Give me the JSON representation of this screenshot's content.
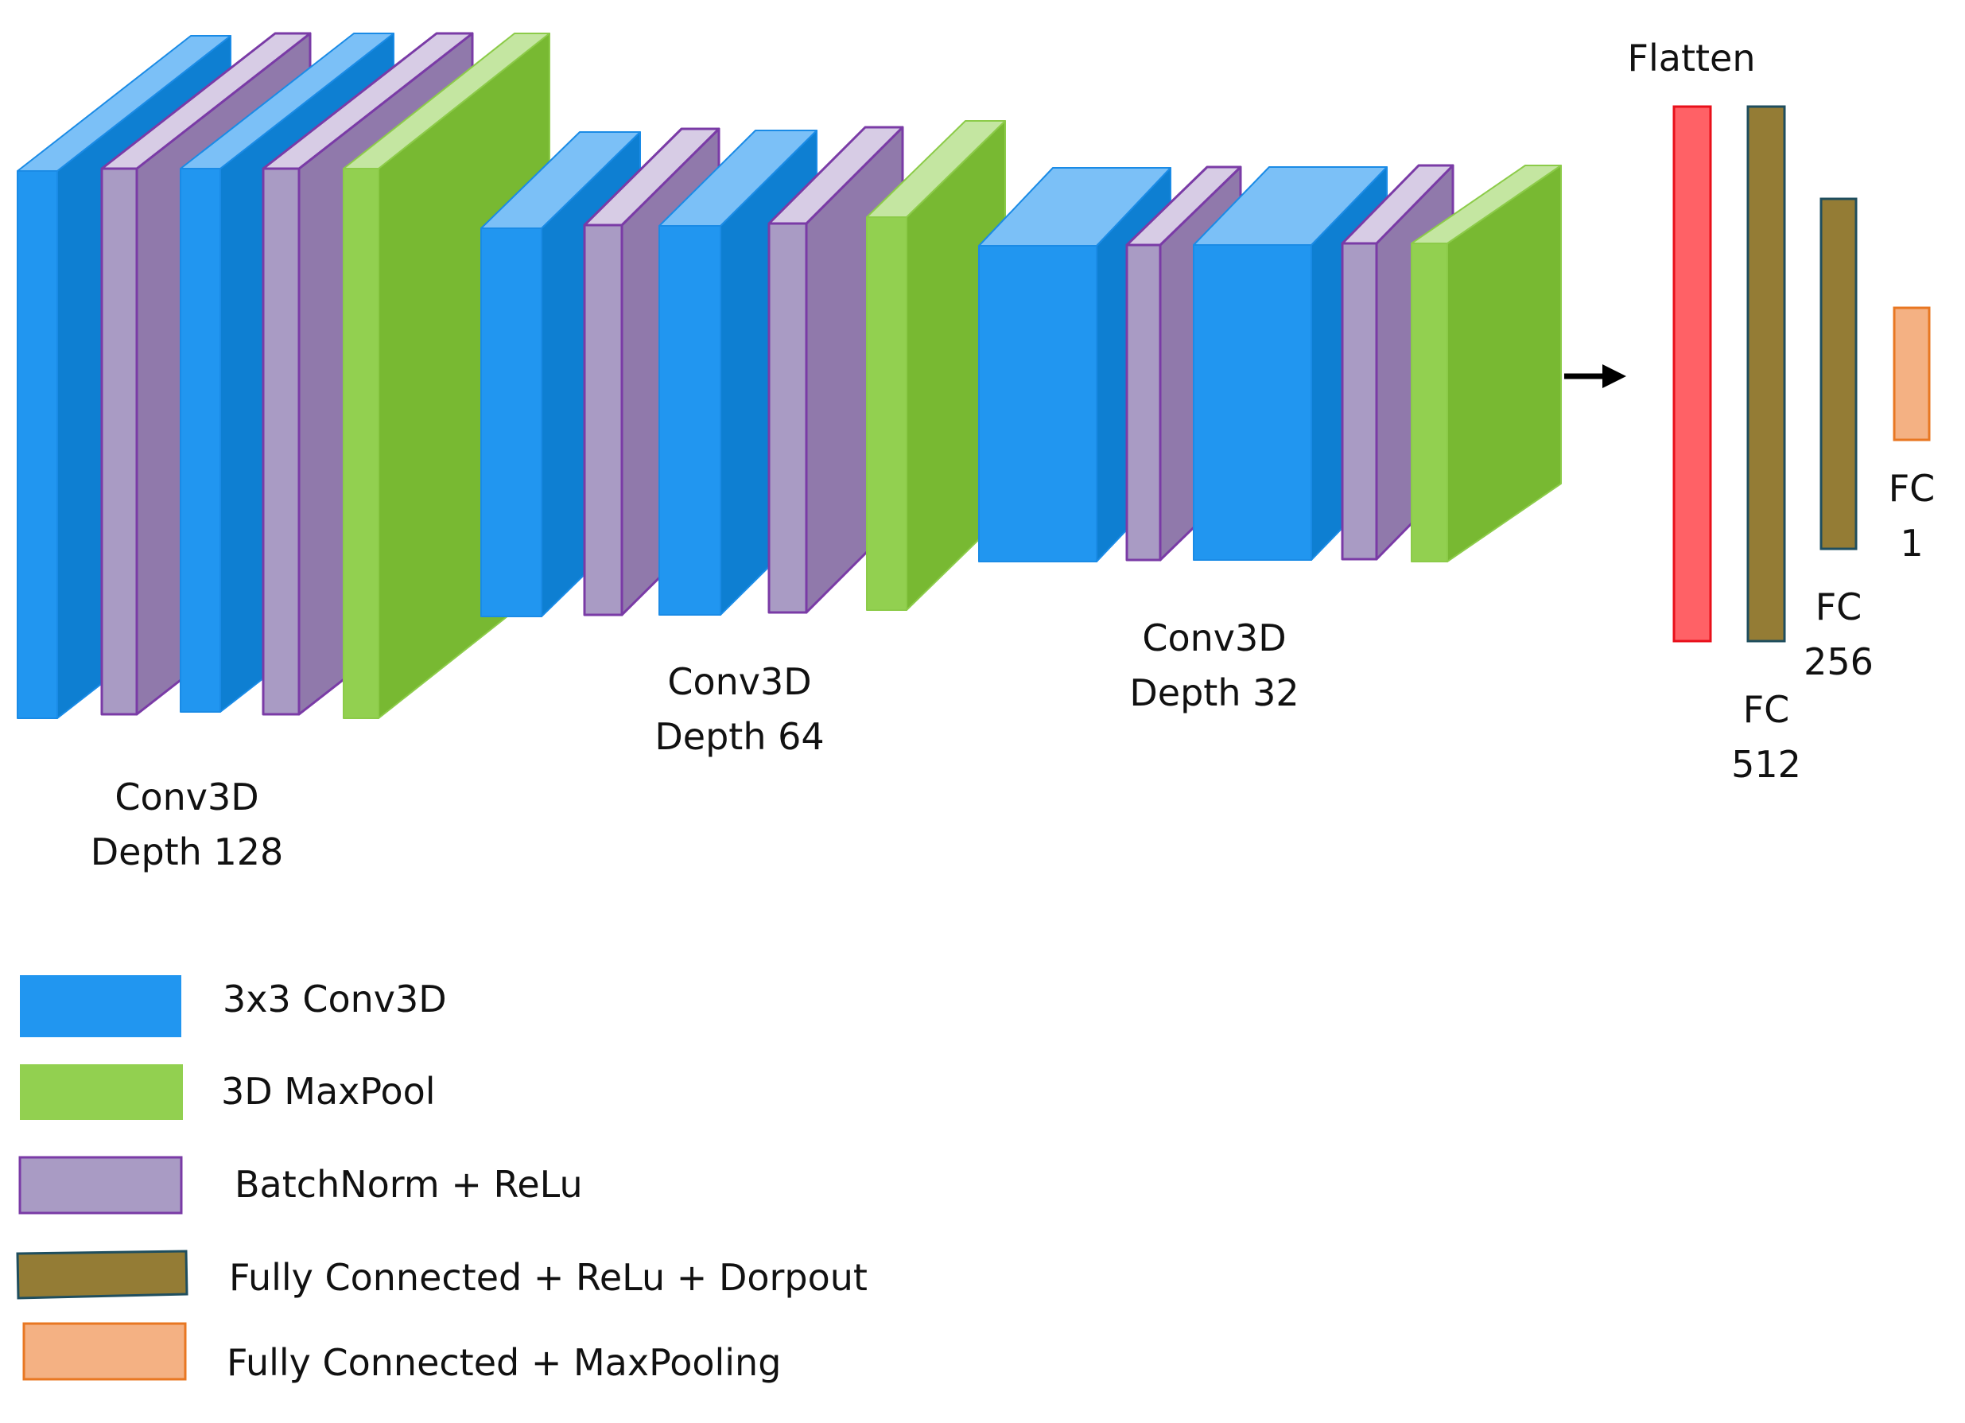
{
  "colors": {
    "conv": "#2196F0",
    "conv_side": "#0E7FD2",
    "conv_top": "#7BC0F7",
    "bn": "#A99BC4",
    "bn_side": "#9079AB",
    "bn_top": "#D7CCE5",
    "bn_stroke": "#7A3BA6",
    "pool": "#92D050",
    "pool_side": "#78B932",
    "pool_top": "#C4E6A1",
    "flatten_fill": "#FF6166",
    "flatten_stroke": "#E8101B",
    "fc_fill": "#947C35",
    "fc_stroke": "#1F4E5E",
    "fc_out_fill": "#F4B183",
    "fc_out_stroke": "#E87722"
  },
  "groups": [
    {
      "label_line1": "Conv3D",
      "label_line2": "Depth 128"
    },
    {
      "label_line1": "Conv3D",
      "label_line2": "Depth 64"
    },
    {
      "label_line1": "Conv3D",
      "label_line2": "Depth 32"
    }
  ],
  "flatten_label": "Flatten",
  "fc_layers": [
    {
      "label_line1": "FC",
      "label_line2": "512"
    },
    {
      "label_line1": "FC",
      "label_line2": "256"
    },
    {
      "label_line1": "FC",
      "label_line2": "1"
    }
  ],
  "legend": [
    {
      "label": "3x3 Conv3D",
      "swatch": "conv"
    },
    {
      "label": "3D MaxPool",
      "swatch": "pool"
    },
    {
      "label": "BatchNorm + ReLu",
      "swatch": "bn"
    },
    {
      "label": "Fully Connected + ReLu + Dorpout",
      "swatch": "fc"
    },
    {
      "label": "Fully Connected + MaxPooling",
      "swatch": "fc_out"
    }
  ]
}
